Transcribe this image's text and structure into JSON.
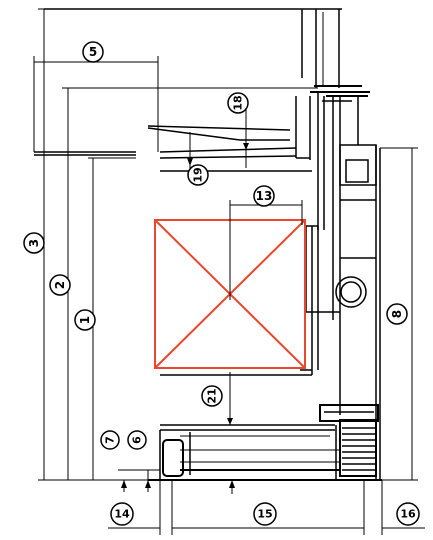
{
  "diagram": {
    "labels": [
      {
        "id": "1",
        "text": "1"
      },
      {
        "id": "2",
        "text": "2"
      },
      {
        "id": "3",
        "text": "3"
      },
      {
        "id": "5",
        "text": "5"
      },
      {
        "id": "6",
        "text": "6"
      },
      {
        "id": "7",
        "text": "7"
      },
      {
        "id": "8",
        "text": "8"
      },
      {
        "id": "13",
        "text": "13"
      },
      {
        "id": "14",
        "text": "14"
      },
      {
        "id": "15",
        "text": "15"
      },
      {
        "id": "16",
        "text": "16"
      },
      {
        "id": "18",
        "text": "18"
      },
      {
        "id": "19",
        "text": "19"
      },
      {
        "id": "21",
        "text": "21"
      }
    ],
    "colors": {
      "line": "#000000",
      "load_box": "#e8482c"
    }
  }
}
